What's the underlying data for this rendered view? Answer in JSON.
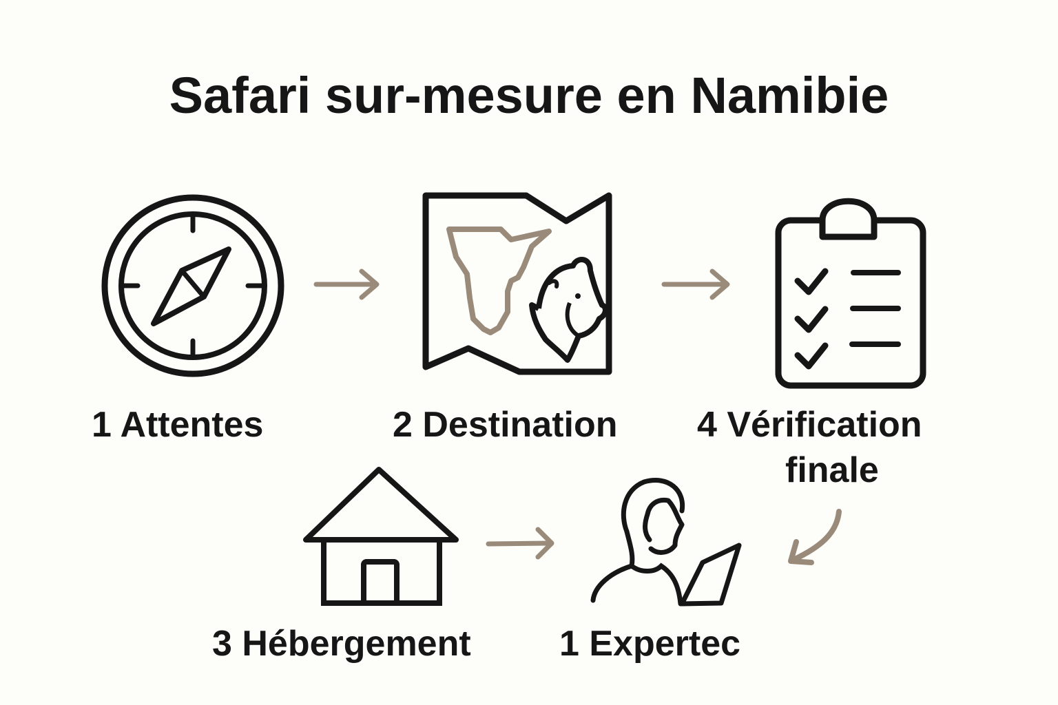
{
  "title": "Safari sur-mesure en Namibie",
  "colors": {
    "background": "#fdfdfa",
    "ink": "#161616",
    "accent": "#9a8a7a"
  },
  "steps": [
    {
      "number": "1",
      "label": "1 Attentes",
      "icon": "compass-icon"
    },
    {
      "number": "2",
      "label": "2 Destination",
      "icon": "map-lion-icon"
    },
    {
      "number": "4",
      "label_line1": "4 Vérification",
      "label_line2": "finale",
      "icon": "clipboard-checklist-icon"
    },
    {
      "number": "3",
      "label": "3 Hébergement",
      "icon": "house-icon"
    },
    {
      "number": "1",
      "label": "1 Expertec",
      "icon": "person-reading-icon"
    }
  ],
  "arrows": [
    {
      "from": "Attentes",
      "to": "Destination",
      "icon": "arrow-right-icon"
    },
    {
      "from": "Destination",
      "to": "Vérification finale",
      "icon": "arrow-right-icon"
    },
    {
      "from": "Vérification finale",
      "to": "Expertec",
      "icon": "curved-arrow-down-left-icon"
    },
    {
      "from": "Hébergement",
      "to": "Expertec",
      "icon": "arrow-right-icon"
    }
  ]
}
